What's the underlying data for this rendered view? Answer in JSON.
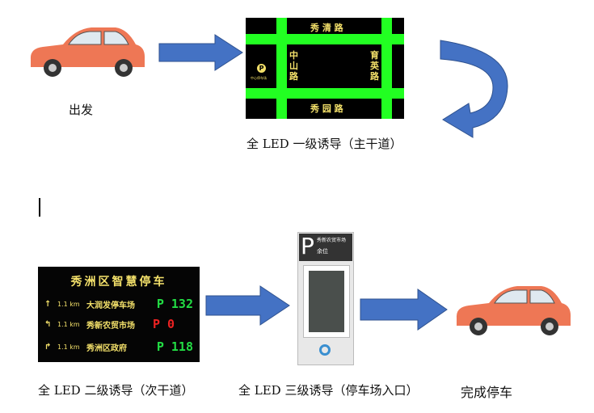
{
  "steps": {
    "start": "出发",
    "primary": "全 LED 一级诱导（主干道）",
    "secondary": "全 LED 二级诱导（次干道）",
    "tertiary": "全 LED 三级诱导（停车场入口）",
    "finish": "完成停车"
  },
  "map": {
    "top_road": "秀 清 路",
    "bottom_road": "秀 园 路",
    "left_road": [
      "中",
      "山",
      "路"
    ],
    "right_road": [
      "育",
      "英",
      "路"
    ],
    "parking_symbol": "P",
    "parking_name": "中心停车场"
  },
  "sign": {
    "title": "秀洲区智慧停车",
    "rows": [
      {
        "arrow": "↑",
        "distance": "1.1 km",
        "name": "大润发停车场",
        "spaces": "P 132",
        "color": "#22dd44"
      },
      {
        "arrow": "↰",
        "distance": "1.1 km",
        "name": "秀新农贸市场",
        "spaces": "P 0",
        "color": "#ee2222"
      },
      {
        "arrow": "↱",
        "distance": "1.1 km",
        "name": "秀洲区政府",
        "spaces": "P 118",
        "color": "#22dd44"
      }
    ]
  },
  "kiosk": {
    "symbol": "P",
    "name": "秀新农贸市场",
    "sub": "余位"
  },
  "colors": {
    "arrow": "#4472c4",
    "car": "#ee7755"
  }
}
